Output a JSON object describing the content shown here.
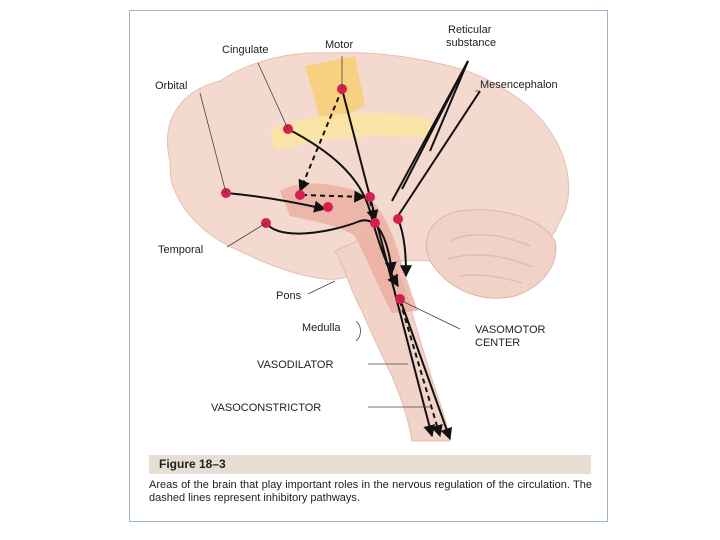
{
  "labels": {
    "reticular_line1": "Reticular",
    "reticular_line2": "substance",
    "cingulate": "Cingulate",
    "motor": "Motor",
    "mesencephalon": "Mesencephalon",
    "orbital": "Orbital",
    "temporal": "Temporal",
    "pons": "Pons",
    "medulla": "Medulla",
    "vasomotor_line1": "VASOMOTOR",
    "vasomotor_line2": "CENTER",
    "vasodilator": "VASODILATOR",
    "vasoconstrictor": "VASOCONSTRICTOR"
  },
  "figure": {
    "number": "Figure 18–3",
    "caption": "Areas of the brain that play important roles in the nervous regulation of the circulation. The dashed lines represent inhibitory pathways."
  },
  "colors": {
    "brain": "#f4d9cf",
    "brain_shade": "#eec5b8",
    "motor_area": "#f7cf78",
    "cingulate_area": "#fbe4a2",
    "node": "#d4204e",
    "pathway": "#111111",
    "caption_bar": "#e6dfd3"
  }
}
